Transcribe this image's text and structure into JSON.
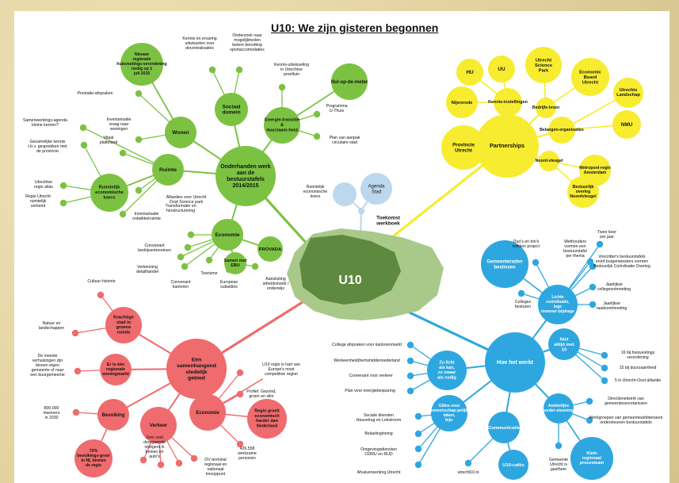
{
  "title": "U10: We zijn gisteren begonnen",
  "colors": {
    "green": "#7cc242",
    "yellow": "#f7ec2f",
    "red": "#ef6b6d",
    "blue": "#2ea7e0",
    "lightblue": "#bcd8ee",
    "center": "#5d8a3e",
    "center_light": "#a9c98a"
  },
  "center_label": "U10",
  "green": {
    "hub": "Onderhanden werk aan de bestuurstafels 2014/2015",
    "wonen": "Wonen",
    "sociaal": "Sociaal domein",
    "energie": "Energie-transitie & duurzaam-heid",
    "ruimte": "Ruimte",
    "economie": "Economie",
    "nieuwe": "Nieuwe regionale huisvestings-verordening nodig op 1 juli 2015",
    "nul": "Nul-op-de-meter",
    "rijk": "Ruimtelijk economische koers",
    "provada": "PROVADA",
    "samen": "Samen met EBU",
    "labels": {
      "prestatie": "Prestatie-afspraken",
      "kennis": "Kennis en ervaring uitwisselen over decentralisaties",
      "onderzoek": "Onderzoek naar mogelijkheden betere benutting sportaccomodaties",
      "kennisuitw": "Kennis-uitwisseling in Utrechtse proeftuin",
      "programma": "Programma U-Thuis",
      "plan": "Plan van aanpak circulaire stad",
      "samenwerking": "Samenwerkings-agenda kleine kernen?",
      "inventarisatie_vraag": "Inventarisatie vraag naar woningen",
      "vitaal": "Vitaal platteland",
      "gezamenlijke": "Gezamelijke kennis t.b.v. gesprekken met de provincie",
      "atlas": "Utrechtse regio atlas",
      "regio_utrecht": "Regio Utrecht ruimtelijk verkend",
      "allianties": "Allianties voor Utrecht Oost Science park",
      "inventarisatie_ontw": "Inventarisatie ontwikkelruimte",
      "transformatie": "Transformatie en herstructurering",
      "convenant_bedr": "Convenant bedrijventerreinen",
      "verkenning": "Verkenning detailhandel",
      "convenant_kant": "Convenant kantoren",
      "toerisme": "Toerisme",
      "europese": "Europese subsidies",
      "aansluiting": "Aansluiting arbeidsmarkt / onderwijs"
    }
  },
  "lightblue": {
    "rijk_koers": "Ruimtelijk economische koers",
    "agenda": "Agenda Stad",
    "toekomst": "Toekomst werkboek"
  },
  "yellow": {
    "hub": "Partnerships",
    "hu": "HU",
    "uu": "UU",
    "science": "Utrecht Science Park",
    "ebu": "Economic Board Utrecht",
    "landschap": "Utrechts Landschap",
    "nmu": "NMU",
    "nijenrode": "Nijenrode",
    "kennis": "Kennis-instellingen",
    "bedrijfs": "Bedrijfs-leven",
    "belangen": "Belangen-organisaties",
    "provincie": "Provincie Utrecht",
    "noordvleugel": "Noord-vleugel",
    "metropool": "Metropool-regio Amsterdam",
    "bestuurlijk": "Bestuurlijk overleg Noordvleugel"
  },
  "red": {
    "hub": "Eén samenhangend stedelijk gebied",
    "krachtige": "Krachtige stad in groene ruimte",
    "woningmarkt": "Er is één regionale woningmarkt",
    "bevolking": "Bevolking",
    "verkeer": "Verkeer",
    "economie": "Economie",
    "groei": "Regio groeit economisch harder dan Nederland",
    "bevolkingsgroei": "72% bevolkings-groei in NL binnen de regio",
    "labels": {
      "cultuur": "Cultuur-historie",
      "natuur": "Natuur en landschappen",
      "verhuizingen": "De meeste verhuizingen zijn binnen eigen gemeente of naar een buurgemeente",
      "inwoners": "800.000 inwoners in 2030",
      "hart": "U10 regio is hart van Europe's most competitive region",
      "profiel": "Profiel: Gezond, groen en slim",
      "werkzame": "426.558 werkzame personen",
      "reizigers": "Zeer veel doorgaande reizigers in treinen en auto's",
      "ov": "OV terminal regionaal en nationaal knooppunt"
    }
  },
  "blue": {
    "hub": "Hoe het werkt",
    "gemeenteraden": "Gemeenteraden beslissen",
    "lichte": "Lichte coördinatie, lage inwoner-bijdrage",
    "niet": "Niet altijd met 10",
    "zolicht": "Zo licht als kan, zo zwaar als nodig",
    "gilles": "Gilles voor gemeenschap-pelijke taken, bijv.",
    "communicatie": "Communicatie",
    "ambtelijke": "Ambtelijke onder-steuning",
    "u10cafe": "U10-cafés",
    "klein": "Klein regionaal procesteam",
    "labels": {
      "duos": "Duo's en trio's trekken project",
      "wethouders": "Wethouders vormen een bestuurstafel per thema",
      "tweekeer": "Twee keer per jaar",
      "voorzitters": "Voorzitter's bestuurstafels en/of burgemeesters vormen Bestuurlijk Coördinatie Overleg",
      "colleges": "Colleges besturen",
      "collegeontm": "Jaarlijkse collegeontmoeting",
      "raadsont": "Jaarlijkse raadsontmoeting",
      "college_afspr": "College afspraken voor kantorenmarkt",
      "werkeenheid": "Werkeenheid(herlsmiddennederland",
      "convenant_verkeer": "Convenant voor verkeer",
      "plan_energie": "Plan voor energiebesparing",
      "huisvesting": "16 bij huisvestings verordening",
      "duurzaamheid": "15 bij duurzaamheid",
      "science_oost": "5 in Utrecht-Oost alliantie",
      "sociale": "Sociale diensten Heuvelrug en Lekstroom",
      "belasting": "Belastinginning",
      "omgeving": "Omgevingsdiensten ODRU en RUD",
      "afvalverw": "Afvalverwerking Utrecht",
      "utrecht10nl": "utrecht10.nl",
      "directie": "Directienetwerk van gemeentesecretarissen",
      "werkgroepen": "Werkgroepen van gemeenteambtenaren ondersteunen bestuurstafels",
      "gastheer": "Gemeente Utrecht is gastheer"
    }
  }
}
